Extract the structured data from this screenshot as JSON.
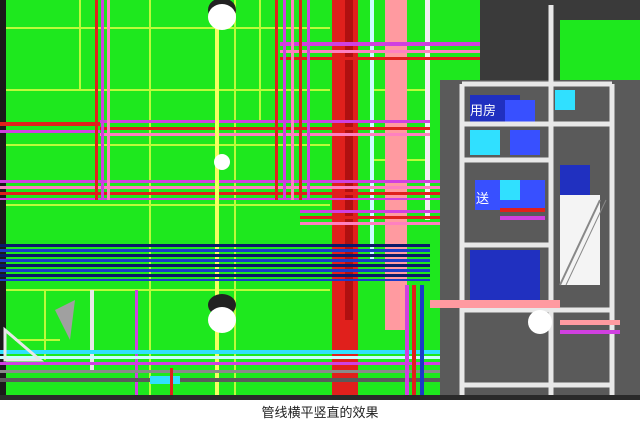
{
  "caption": "管线横平竖直的效果",
  "labels": {
    "room_top": "用房",
    "room_mid": "送"
  },
  "colors": {
    "floor": "#1ee81e",
    "grid_line": "#d8ff40",
    "red_pipe": "#e0201c",
    "pink_pipe": "#ff9aa0",
    "magenta_pipe": "#d040e0",
    "blue_pipe": "#1a3bc8",
    "navy_pipe": "#0a1a6a",
    "cyan_pipe": "#30e0ff",
    "gray_structure": "#5a5a5a",
    "white_frame": "#e8e8e8"
  }
}
